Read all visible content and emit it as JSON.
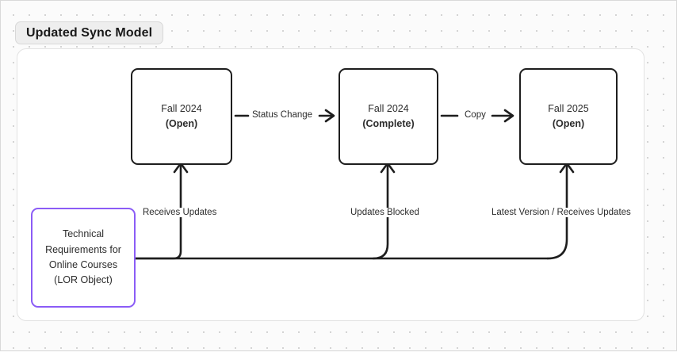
{
  "diagram": {
    "title": "Updated Sync Model",
    "nodes": [
      {
        "id": "fall2024-open",
        "title": "Fall 2024",
        "status": "(Open)"
      },
      {
        "id": "fall2024-complete",
        "title": "Fall 2024",
        "status": "(Complete)"
      },
      {
        "id": "fall2025-open",
        "title": "Fall 2025",
        "status": "(Open)"
      }
    ],
    "lor_node": {
      "id": "lor-object",
      "line1": "Technical",
      "line2": "Requirements for",
      "line3": "Online Courses",
      "line4": "(LOR Object)"
    },
    "edges": [
      {
        "id": "status-change",
        "label": "Status Change"
      },
      {
        "id": "copy",
        "label": "Copy"
      },
      {
        "id": "receives-updates",
        "label": "Receives Updates"
      },
      {
        "id": "updates-blocked",
        "label": "Updates Blocked"
      },
      {
        "id": "latest-version",
        "label": "Latest Version / Receives Updates"
      }
    ],
    "colors": {
      "node_border": "#1e1e1e",
      "lor_border": "#8b5cf6",
      "panel_background": "#ffffff",
      "canvas_background": "#fbfbfb",
      "edge_stroke": "#1e1e1e",
      "text": "#2c2c2c"
    }
  }
}
